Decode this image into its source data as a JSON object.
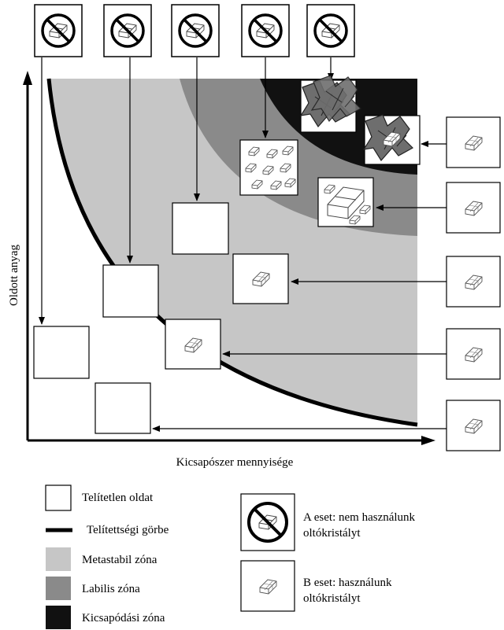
{
  "axes": {
    "y_label": "Oldott anyag",
    "x_label": "Kicsapószer mennyisége"
  },
  "legend": {
    "unsaturated": "Telítetlen oldat",
    "saturation_curve": "Telítettségi görbe",
    "metastable": "Metastabil zóna",
    "labile": "Labilis zóna",
    "precipitation": "Kicsapódási zóna"
  },
  "cases": {
    "a_line1": "A eset: nem használunk",
    "a_line2": "oltókristályt",
    "b_line1": "B eset: használunk",
    "b_line2": "oltókristályt"
  },
  "colors": {
    "metastable": "#c6c6c6",
    "labile": "#8a8a8a",
    "precipitation": "#111111",
    "unsaturated": "#ffffff"
  },
  "icons": {
    "no_seed": "prohibited-crystal-icon",
    "seed": "seed-crystal-icon"
  }
}
